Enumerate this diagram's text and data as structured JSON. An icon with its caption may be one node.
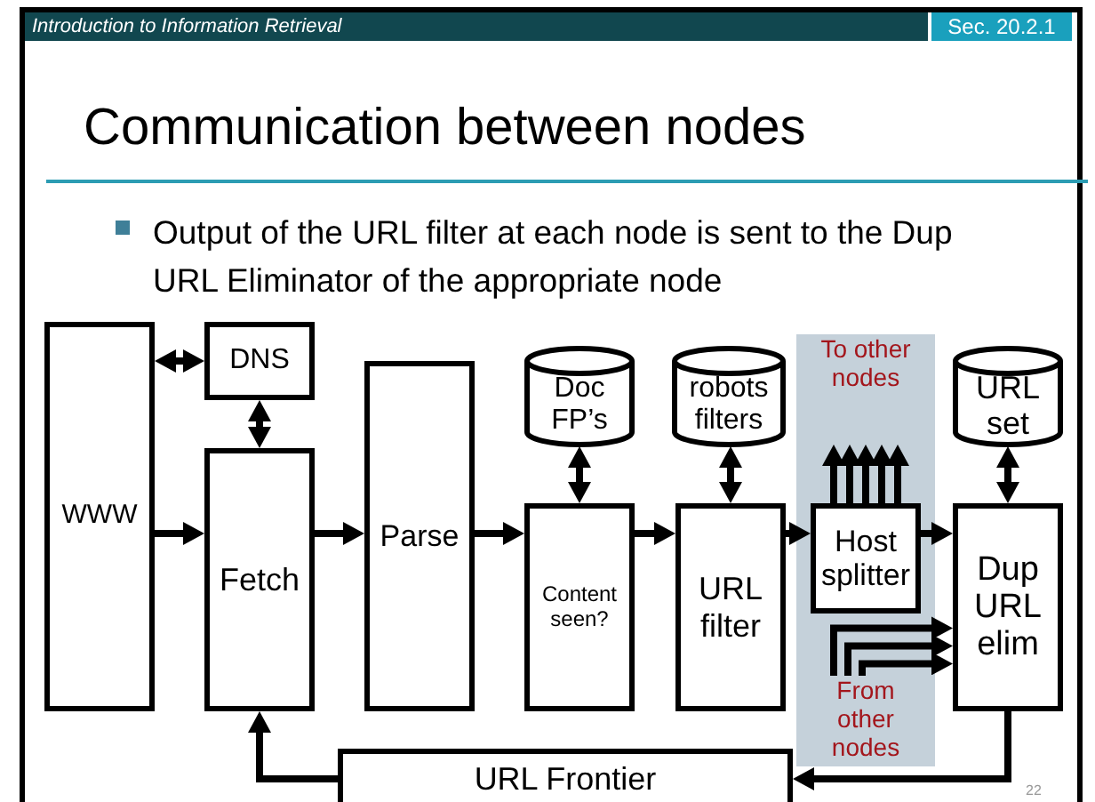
{
  "diagram": {
    "title": "Communication between nodes",
    "nodes": [
      {
        "text": [
          "WWW"
        ]
      },
      {
        "text": [
          "DNS"
        ]
      },
      {
        "text": [
          "Fetch"
        ]
      },
      {
        "text": [
          "Parse"
        ]
      },
      {
        "text": [
          "Doc FP’s"
        ]
      },
      {
        "text": [
          "Content seen?"
        ]
      },
      {
        "text": [
          "robots filters"
        ]
      },
      {
        "text": [
          "URL filter"
        ]
      },
      {
        "text": [],
        "shape": "box"
      },
      {
        "text": [
          "To other nodes"
        ],
        "in": 8
      },
      {
        "text": [
          "Host splitter"
        ],
        "in": 8
      },
      {
        "text": [
          "From other nodes"
        ],
        "in": 8
      },
      {
        "text": [
          "URL set"
        ]
      },
      {
        "text": [
          "Dup URL elim"
        ]
      },
      {
        "text": [
          "URL Frontier"
        ]
      }
    ],
    "edges": [
      {
        "from": 0,
        "to": 1,
        "arrow": "both"
      },
      {
        "from": 1,
        "to": 2,
        "arrow": "both"
      },
      {
        "from": 0,
        "to": 2,
        "arrow": "to"
      },
      {
        "from": 2,
        "to": 3,
        "arrow": "to"
      },
      {
        "from": 3,
        "to": 5,
        "arrow": "to"
      },
      {
        "from": 4,
        "to": 5,
        "arrow": "both"
      },
      {
        "from": 5,
        "to": 7,
        "arrow": "to"
      },
      {
        "from": 6,
        "to": 7,
        "arrow": "both"
      },
      {
        "from": 7,
        "to": 10,
        "arrow": "to"
      },
      {
        "from": 10,
        "to": 9,
        "arrow": "to"
      },
      {
        "from": 10,
        "to": 9,
        "arrow": "to"
      },
      {
        "from": 10,
        "to": 9,
        "arrow": "to"
      },
      {
        "from": 10,
        "to": 9,
        "arrow": "to"
      },
      {
        "from": 10,
        "to": 9,
        "arrow": "to"
      },
      {
        "from": 10,
        "to": 13,
        "arrow": "to"
      },
      {
        "from": 11,
        "to": 13,
        "arrow": "to"
      },
      {
        "from": 11,
        "to": 13,
        "arrow": "to"
      },
      {
        "from": 11,
        "to": 13,
        "arrow": "to"
      },
      {
        "from": 12,
        "to": 13,
        "arrow": "both"
      },
      {
        "from": 13,
        "to": 14,
        "arrow": "to"
      },
      {
        "from": 14,
        "to": 2,
        "arrow": "to"
      }
    ],
    "labels": [
      "Introduction to Information Retrieval",
      "Sec. 20.2.1",
      "Output of the URL filter at each node is sent to the Dup URL Eliminator of the appropriate node",
      "22"
    ]
  }
}
